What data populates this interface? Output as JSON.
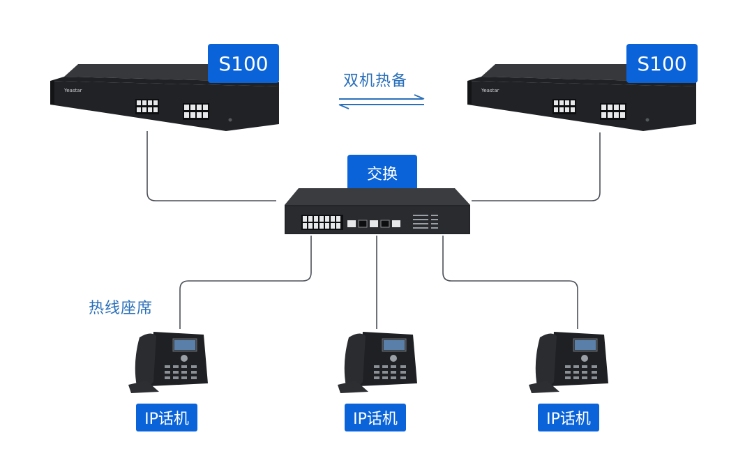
{
  "labels": {
    "server_left": "S100",
    "server_right": "S100",
    "hot_standby": "双机热备",
    "switch": "交换",
    "hotline_seat": "热线座席",
    "phone_left": "IP话机",
    "phone_center": "IP话机",
    "phone_right": "IP话机"
  },
  "colors": {
    "badge_blue": "#0a63d8",
    "label_blue": "#2a6fb9",
    "wire": "#4a4f57",
    "device_dark": "#26282b"
  },
  "icons": {
    "server": "rack-server-icon",
    "switch": "network-switch-icon",
    "phone": "ip-phone-icon",
    "arrows": "bidirectional-arrows-icon"
  }
}
